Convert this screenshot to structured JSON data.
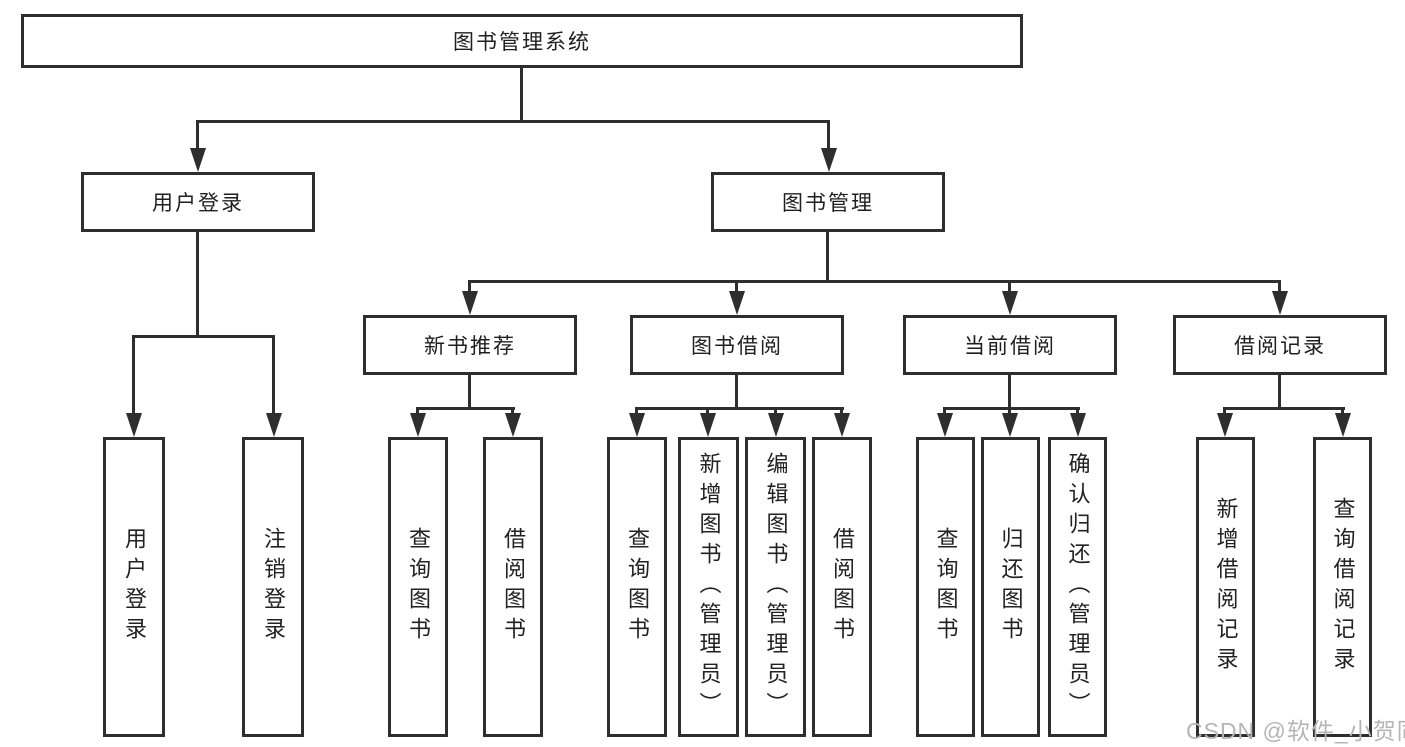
{
  "diagram_type": "hierarchy-tree",
  "colors": {
    "background": "#ffffff",
    "line": "#2e2e2e",
    "box_border": "#2e2e2e",
    "text": "#1f1f1f",
    "watermark": "#b5b5b5"
  },
  "tree": {
    "label": "图书管理系统",
    "children": [
      {
        "label": "用户登录",
        "children": [
          {
            "label": "用户登录"
          },
          {
            "label": "注销登录"
          }
        ]
      },
      {
        "label": "图书管理",
        "children": [
          {
            "label": "新书推荐",
            "children": [
              {
                "label": "查询图书"
              },
              {
                "label": "借阅图书"
              }
            ]
          },
          {
            "label": "图书借阅",
            "children": [
              {
                "label": "查询图书"
              },
              {
                "label": "新增图书（管理员）"
              },
              {
                "label": "编辑图书（管理员）"
              },
              {
                "label": "借阅图书"
              }
            ]
          },
          {
            "label": "当前借阅",
            "children": [
              {
                "label": "查询图书"
              },
              {
                "label": "归还图书"
              },
              {
                "label": "确认归还（管理员）"
              }
            ]
          },
          {
            "label": "借阅记录",
            "children": [
              {
                "label": "新增借阅记录"
              },
              {
                "label": "查询借阅记录"
              }
            ]
          }
        ]
      }
    ]
  },
  "watermark": {
    "text": "CSDN @软件_小贺同学"
  }
}
